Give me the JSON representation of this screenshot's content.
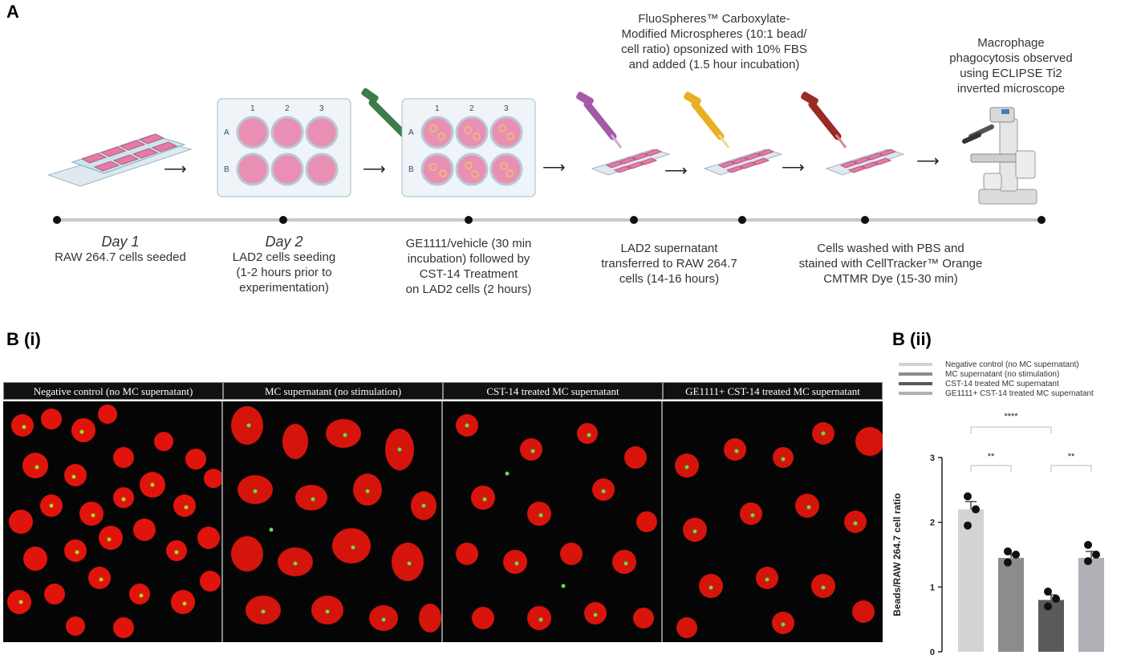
{
  "panelA": {
    "letter": "A",
    "steps": [
      {
        "day": "Day 1",
        "caption": "RAW 264.7 cells seeded"
      },
      {
        "day": "Day 2",
        "caption": "LAD2 cells seeding\n(1-2 hours prior to\nexperimentation)"
      },
      {
        "day": "",
        "caption": "GE1111/vehicle (30 min\nincubation) followed by\nCST-14 Treatment\non LAD2 cells (2 hours)"
      },
      {
        "day": "",
        "caption": "LAD2 supernatant\ntransferred to RAW 264.7\ncells (14-16 hours)"
      },
      {
        "day": "",
        "caption": "Cells washed with PBS and\nstained with CellTracker™ Orange\nCMTMR Dye (15-30 min)"
      }
    ],
    "top_caption_beads": "FluoSpheres™ Carboxylate-\nModified Microspheres (10:1 bead/\ncell ratio) opsonized with 10% FBS\nand added (1.5 hour incubation)",
    "top_caption_microscope": "Macrophage\nphagocytosis observed\nusing ECLIPSE Ti2\ninverted microscope",
    "plate_cols": [
      "1",
      "2",
      "3"
    ],
    "plate_rows": [
      "A",
      "B"
    ]
  },
  "panelBi": {
    "letter": "B (i)",
    "images": [
      {
        "title": "Negative control (no MC supernatant)"
      },
      {
        "title": "MC supernatant (no stimulation)"
      },
      {
        "title": "CST-14 treated MC supernatant"
      },
      {
        "title": "GE1111+ CST-14 treated MC supernatant"
      }
    ]
  },
  "panelBii": {
    "letter": "B (ii)",
    "sig": {
      "outer": "****",
      "left": "**",
      "right": "**"
    }
  },
  "chart_data": {
    "type": "bar",
    "ylabel": "Beads/RAW 264.7 cell ratio",
    "ylim": [
      0,
      3
    ],
    "yticks": [
      "0",
      "1",
      "2",
      "3"
    ],
    "legend_position": "top",
    "series": [
      {
        "name": "Negative control (no MC supernatant)",
        "value": 2.2,
        "error": 0.12,
        "points": [
          2.4,
          2.2,
          1.95
        ],
        "color": "#d3d3d3"
      },
      {
        "name": "MC supernatant (no stimulation)",
        "value": 1.45,
        "error": 0.06,
        "points": [
          1.55,
          1.5,
          1.38
        ],
        "color": "#8c8c8c"
      },
      {
        "name": "CST-14 treated MC supernatant",
        "value": 0.8,
        "error": 0.08,
        "points": [
          0.93,
          0.82,
          0.7
        ],
        "color": "#5a5a5a"
      },
      {
        "name": "GE1111+ CST-14 treated MC supernatant",
        "value": 1.45,
        "error": 0.1,
        "points": [
          1.65,
          1.5,
          1.4
        ],
        "color": "#b0b0b6"
      }
    ]
  }
}
